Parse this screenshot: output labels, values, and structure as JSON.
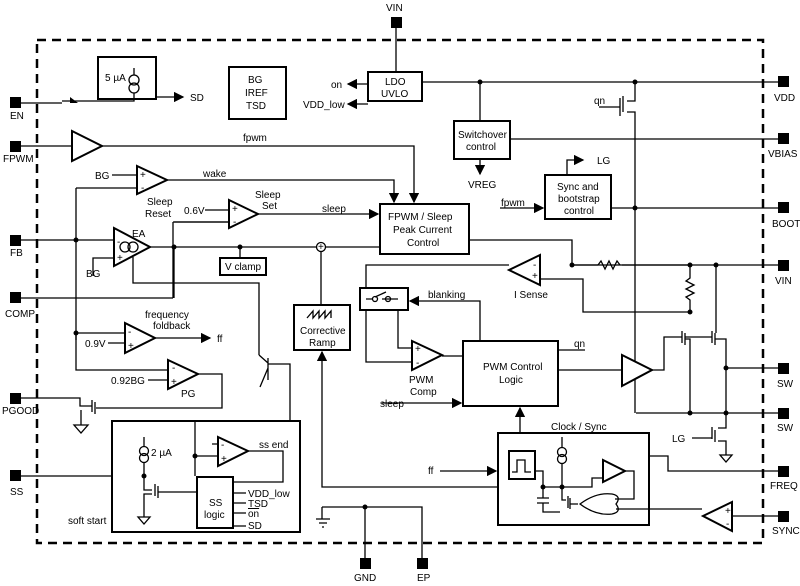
{
  "pins": {
    "en": "EN",
    "fpwm": "FPWM",
    "fb": "FB",
    "comp": "COMP",
    "pgood": "PGOOD",
    "ss": "SS",
    "vin_top": "VIN",
    "vdd": "VDD",
    "vbias": "VBIAS",
    "boot": "BOOT",
    "vin": "VIN",
    "sw1": "SW",
    "sw2": "SW",
    "freq": "FREQ",
    "sync": "SYNC",
    "gnd": "GND",
    "ep": "EP"
  },
  "blocks": {
    "current_source": "5 µA",
    "bg": [
      "BG",
      "IREF",
      "TSD"
    ],
    "ldo": [
      "LDO",
      "UVLO"
    ],
    "switchover": [
      "Switchover",
      "control"
    ],
    "sync_boot": [
      "Sync and",
      "bootstrap",
      "control"
    ],
    "fpwm_sleep": [
      "FPWM / Sleep",
      "Peak Current",
      "Control"
    ],
    "vclamp": "V clamp",
    "ramp": [
      "Corrective",
      "Ramp"
    ],
    "pwm_logic": [
      "PWM Control",
      "Logic"
    ],
    "clock_sync": "Clock / Sync",
    "soft_start": "soft start",
    "ss_logic": [
      "SS",
      "logic"
    ],
    "ss_current": "2 µA"
  },
  "signals": {
    "sd": "SD",
    "on": "on",
    "vdd_low": "VDD_low",
    "fpwm": "fpwm",
    "wake": "wake",
    "sleep": "sleep",
    "bg1": "BG",
    "bg2": "BG",
    "v06": "0.6V",
    "v09": "0.9V",
    "bg092": "0.92BG",
    "ff": "ff",
    "ff2": "ff",
    "vreg": "VREG",
    "lg": "LG",
    "lg2": "LG",
    "fpwm2": "fpwm",
    "qn": "qn",
    "qn2": "qn",
    "blanking": "blanking",
    "sleep2": "sleep",
    "ss_end": "ss end",
    "ss_inputs": [
      "VDD_low",
      "TSD",
      "on",
      "SD"
    ]
  },
  "amps": {
    "sleep_reset": [
      "Sleep",
      "Reset"
    ],
    "sleep_set": [
      "Sleep",
      "Set"
    ],
    "ea": "EA",
    "isense": "I Sense",
    "freq_foldback": [
      "frequency",
      "foldback"
    ],
    "pg": "PG",
    "pwm_comp": [
      "PWM",
      "Comp"
    ]
  }
}
